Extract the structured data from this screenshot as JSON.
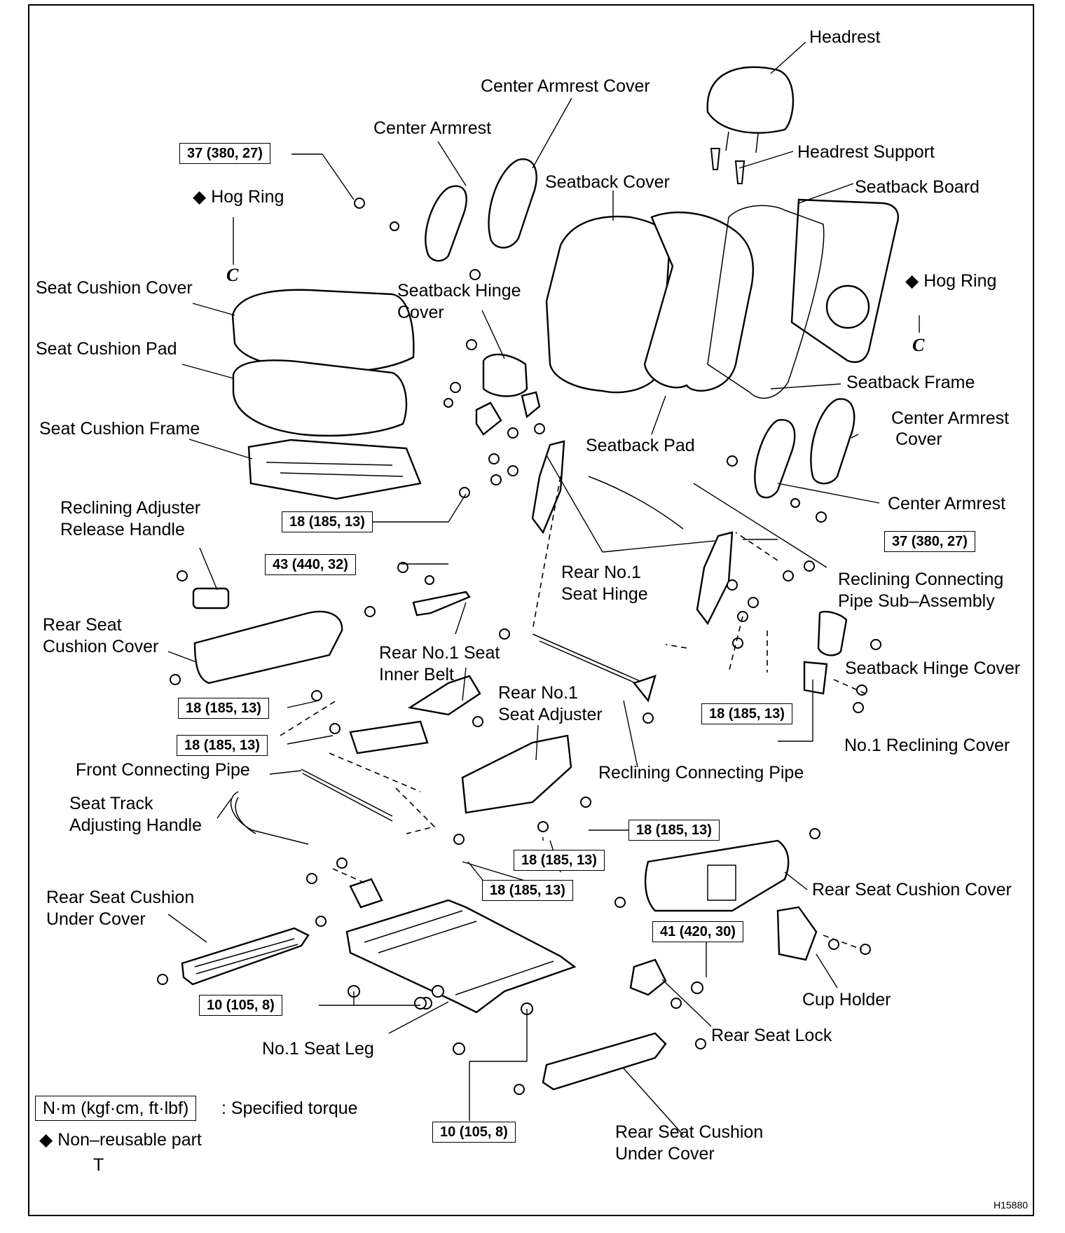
{
  "labels": {
    "headrest": "Headrest",
    "center_armrest_cover_top": "Center Armrest Cover",
    "center_armrest_top": "Center Armrest",
    "headrest_support": "Headrest Support",
    "seatback_cover": "Seatback Cover",
    "seatback_board": "Seatback Board",
    "hog_ring_left": "Hog Ring",
    "hog_ring_right": "Hog Ring",
    "seat_cushion_cover": "Seat Cushion Cover",
    "seatback_hinge_cover_top_l1": "Seatback Hinge",
    "seatback_hinge_cover_top_l2": "Cover",
    "seat_cushion_pad": "Seat Cushion Pad",
    "seatback_frame": "Seatback Frame",
    "center_armrest_cover_right_l1": "Center Armrest",
    "center_armrest_cover_right_l2": "Cover",
    "seat_cushion_frame": "Seat Cushion Frame",
    "seatback_pad": "Seatback Pad",
    "center_armrest_right": "Center Armrest",
    "reclining_adjuster_l1": "Reclining Adjuster",
    "reclining_adjuster_l2": "Release Handle",
    "rear_no1_seat_hinge_l1": "Rear No.1",
    "rear_no1_seat_hinge_l2": "Seat Hinge",
    "reclining_connecting_pipe_sub_l1": "Reclining Connecting",
    "reclining_connecting_pipe_sub_l2": "Pipe Sub–Assembly",
    "rear_seat_cushion_cover_left_l1": "Rear Seat",
    "rear_seat_cushion_cover_left_l2": "Cushion Cover",
    "rear_no1_seat_inner_belt_l1": "Rear No.1 Seat",
    "rear_no1_seat_inner_belt_l2": "Inner Belt",
    "seatback_hinge_cover_right": "Seatback Hinge Cover",
    "rear_no1_seat_adjuster_l1": "Rear No.1",
    "rear_no1_seat_adjuster_l2": "Seat Adjuster",
    "no1_reclining_cover": "No.1 Reclining Cover",
    "front_connecting_pipe": "Front Connecting Pipe",
    "reclining_connecting_pipe": "Reclining Connecting Pipe",
    "seat_track_handle_l1": "Seat Track",
    "seat_track_handle_l2": "Adjusting Handle",
    "rear_seat_cushion_cover_right": "Rear Seat Cushion Cover",
    "rear_seat_cushion_under_cover_left_l1": "Rear Seat Cushion",
    "rear_seat_cushion_under_cover_left_l2": "Under Cover",
    "cup_holder": "Cup Holder",
    "rear_seat_lock": "Rear Seat Lock",
    "no1_seat_leg": "No.1 Seat Leg",
    "rear_seat_cushion_under_cover_bottom_l1": "Rear Seat Cushion",
    "rear_seat_cushion_under_cover_bottom_l2": "Under Cover"
  },
  "torques": {
    "t37_top": "37 (380, 27)",
    "t37_right": "37 (380, 27)",
    "t18_hinge": "18 (185, 13)",
    "t43": "43 (440, 32)",
    "t18_right": "18 (185, 13)",
    "t18_a": "18 (185, 13)",
    "t18_b": "18 (185, 13)",
    "t18_c": "18 (185, 13)",
    "t18_d": "18 (185, 13)",
    "t18_e": "18 (185, 13)",
    "t41": "41 (420, 30)",
    "t10_left": "10 (105, 8)",
    "t10_bottom": "10 (105, 8)"
  },
  "hog_ring_symbol": "C",
  "non_reusable_marker": "◆",
  "legend": {
    "torque_unit": "N·m (kgf·cm, ft·lbf)",
    "torque_text": ": Specified torque",
    "non_reusable_text": "Non–reusable part",
    "t_mark": "T"
  },
  "figure_id": "H15880"
}
